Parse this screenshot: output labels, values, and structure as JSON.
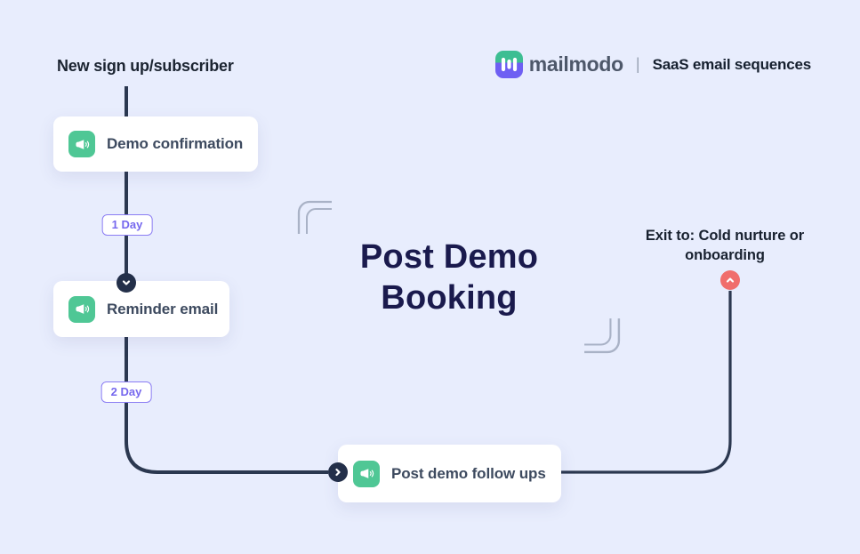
{
  "page": {
    "background_color": "#E8EDFD",
    "title": "Post Demo Booking"
  },
  "header": {
    "brand_name": "mailmodo",
    "divider": "|",
    "tagline": "SaaS email sequences",
    "logo_colors": {
      "top": "#3DBE92",
      "bottom": "#6E5FF3"
    }
  },
  "flow": {
    "start_label": "New sign up/subscriber",
    "nodes": [
      {
        "label": "Demo confirmation",
        "icon": "megaphone-icon"
      },
      {
        "label": "Reminder email",
        "icon": "megaphone-icon"
      },
      {
        "label": "Post demo follow ups",
        "icon": "megaphone-icon"
      }
    ],
    "delays": [
      {
        "label": "1 Day"
      },
      {
        "label": "2 Day"
      }
    ],
    "exit_label": "Exit to: Cold nurture or onboarding"
  },
  "colors": {
    "connector": "#2B3850",
    "node_icon_bg": "#4FC795",
    "delay_accent": "#7A6CF2",
    "exit_dot": "#F06E6C",
    "title_text": "#1A1A4D",
    "card_text": "#3D4A5F"
  }
}
